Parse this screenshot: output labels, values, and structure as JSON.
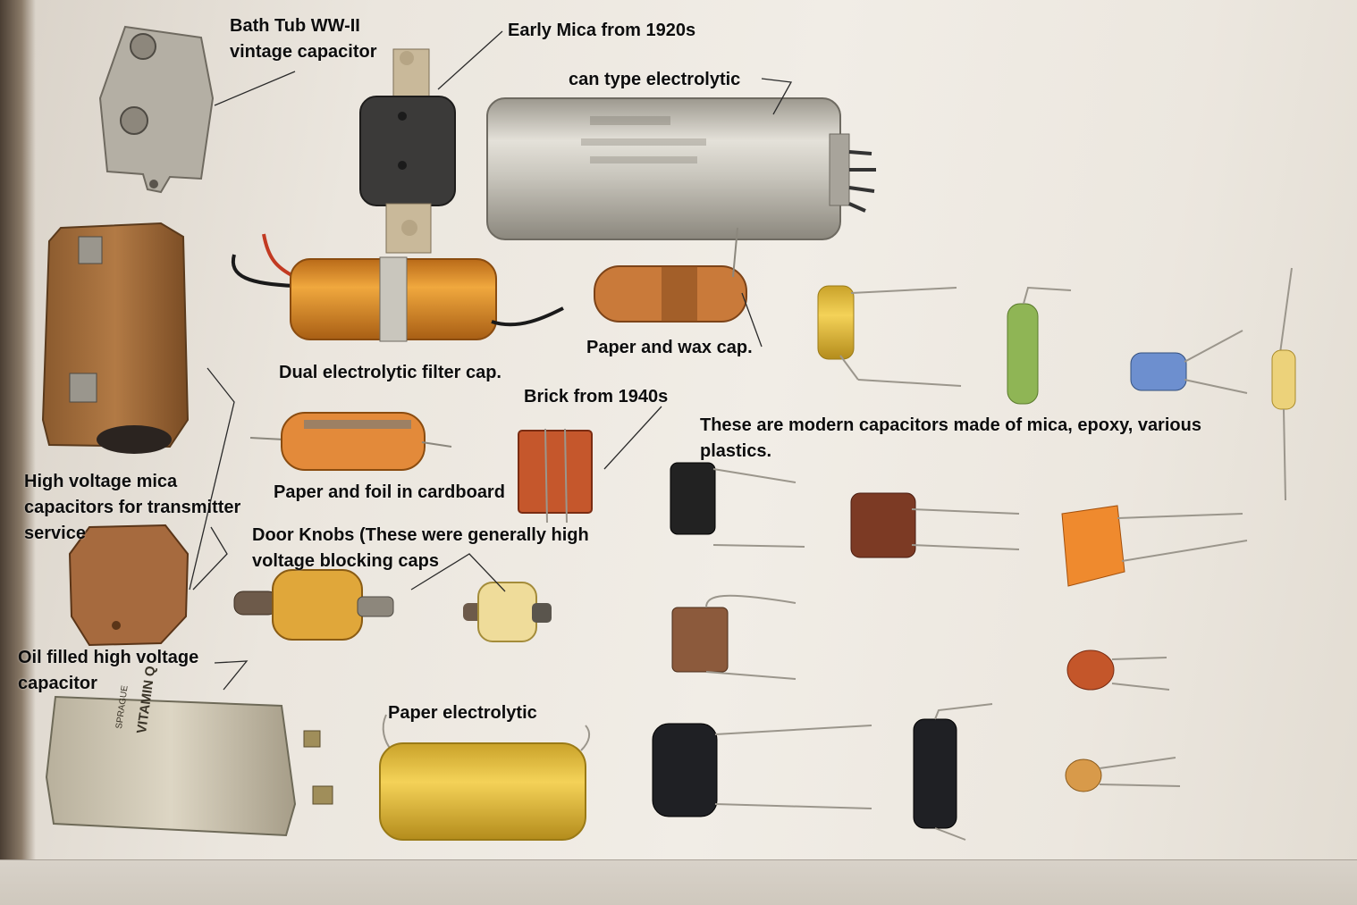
{
  "labels": {
    "bath_tub": [
      "Bath Tub WW-II",
      "vintage capacitor"
    ],
    "early_mica": "Early Mica from 1920s",
    "can_type": "can type electrolytic",
    "dual_electrolytic": "Dual electrolytic filter cap.",
    "paper_wax": "Paper and wax cap.",
    "brick": "Brick from 1940s",
    "modern": [
      "These are modern capacitors made of mica, epoxy, various",
      "plastics."
    ],
    "high_voltage_mica": [
      "High voltage mica",
      "capacitors for transmitter",
      "service"
    ],
    "paper_foil": "Paper and foil in cardboard",
    "door_knobs": [
      "Door Knobs (These were generally high",
      "voltage blocking caps"
    ],
    "oil_filled": [
      "Oil filled high voltage",
      "capacitor"
    ],
    "paper_electrolytic": "Paper electrolytic"
  },
  "printed_marks": {
    "vitamin_q": "VITAMIN Q",
    "sprague": "SPRAGUE"
  },
  "colors": {
    "background": "#ece7df",
    "label_text": "#0d0d0d",
    "leader_line": "#2a2a2a",
    "orange_sleeve": "#e3962e",
    "can_metal": "#c9c6bd"
  }
}
